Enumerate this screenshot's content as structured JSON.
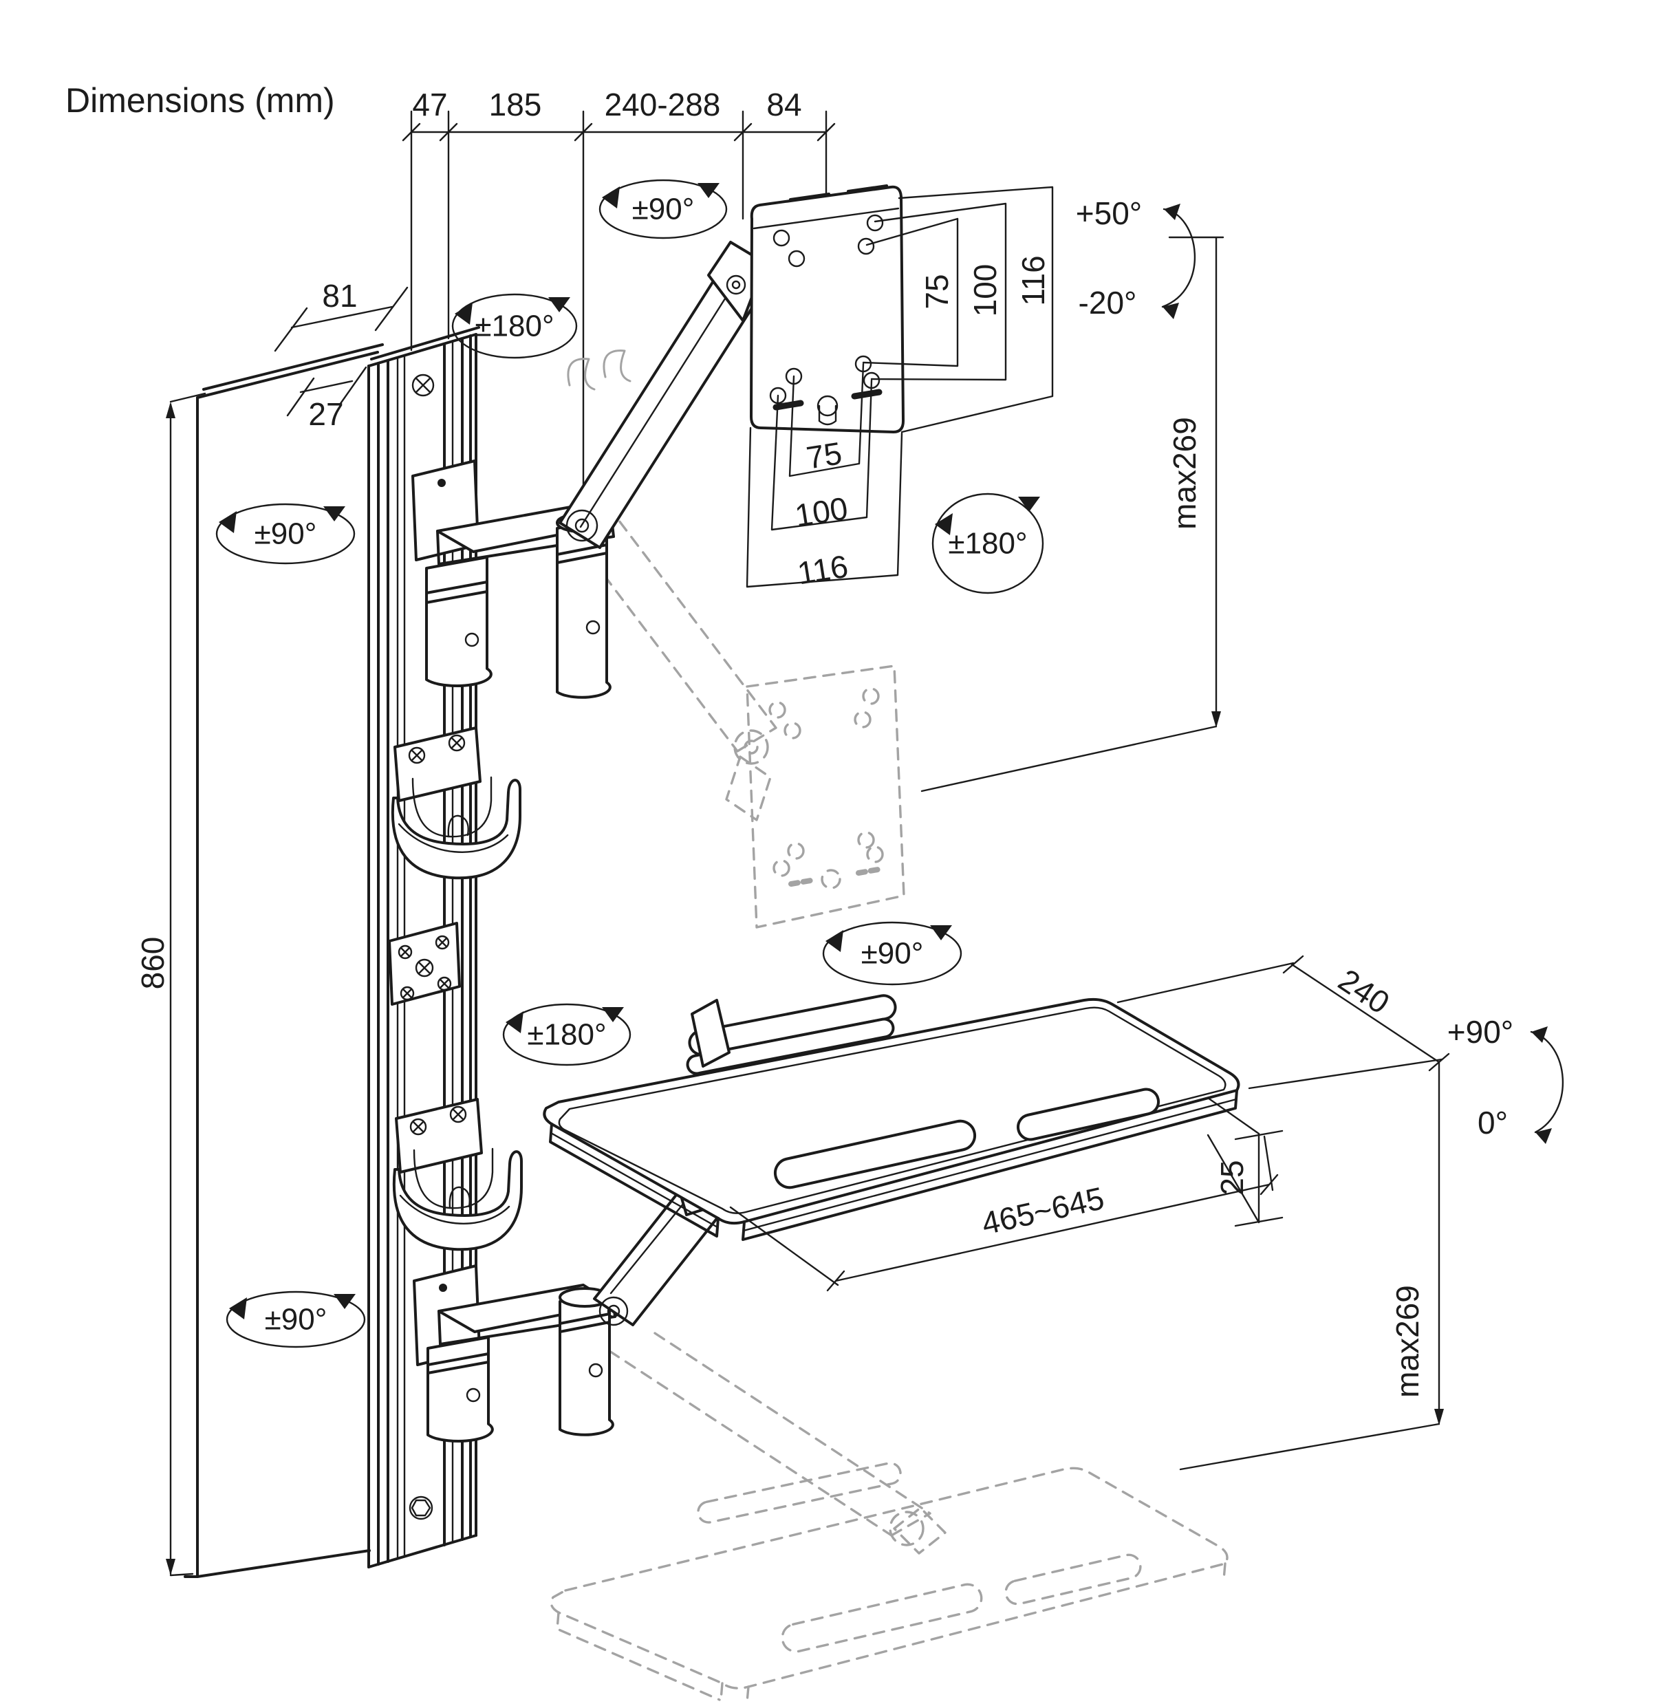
{
  "title": "Dimensions (mm)",
  "top_dims": {
    "d47": "47",
    "d185": "185",
    "d240_288": "240-288",
    "d84": "84"
  },
  "wall_dims": {
    "d81": "81",
    "d27": "27",
    "d860": "860"
  },
  "vesa": {
    "v75": "75",
    "v100": "100",
    "v116": "116",
    "h75": "75",
    "h100": "100",
    "h116": "116"
  },
  "monitor": {
    "tilt_up": "+50°",
    "tilt_down": "-20°",
    "travel": "max269",
    "swivel": "±90°",
    "arm_rotation": "±180°",
    "plate_rotation": "±180°",
    "track_rotation": "±90°"
  },
  "keyboard": {
    "swivel": "±90°",
    "arm_rotation": "±180°",
    "track_rotation": "±90°",
    "depth": "240",
    "tilt_up": "+90°",
    "tilt_down": "0°",
    "thickness": "25",
    "width_range": "465~645",
    "travel": "max269"
  }
}
